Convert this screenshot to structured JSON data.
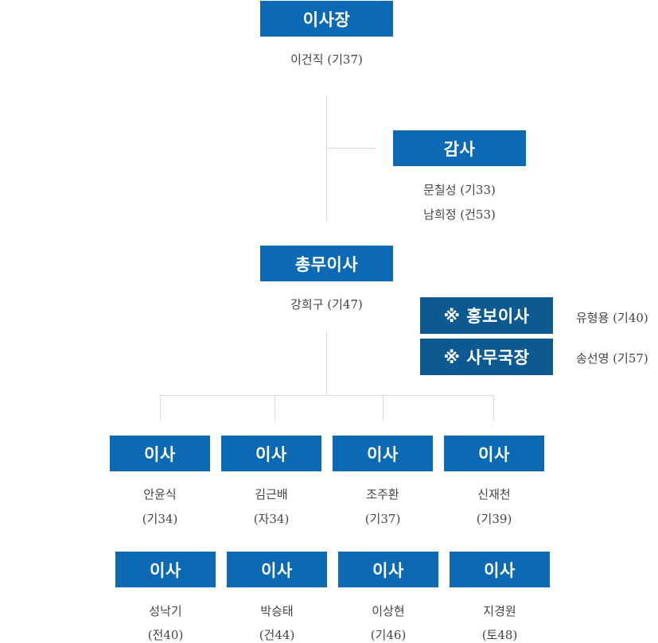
{
  "chairman": {
    "title": "이사장",
    "name": "이건직 (기37)"
  },
  "auditor": {
    "title": "감사",
    "names": [
      "문칠성 (기33)",
      "남희정 (건53)"
    ]
  },
  "general_director": {
    "title": "총무이사",
    "name": "강희구 (기47)"
  },
  "side_roles": [
    {
      "title": "※ 홍보이사",
      "name": "유형용 (기40)"
    },
    {
      "title": "※ 사무국장",
      "name": "송선영 (기57)"
    }
  ],
  "directors_row1": [
    {
      "title": "이사",
      "name": "안윤식",
      "code": "(기34)"
    },
    {
      "title": "이사",
      "name": "김근배",
      "code": "(자34)"
    },
    {
      "title": "이사",
      "name": "조주환",
      "code": "(기37)"
    },
    {
      "title": "이사",
      "name": "신재천",
      "code": "(기39)"
    }
  ],
  "directors_row2": [
    {
      "title": "이사",
      "name": "성낙기",
      "code": "(전40)"
    },
    {
      "title": "이사",
      "name": "박승태",
      "code": "(건44)"
    },
    {
      "title": "이사",
      "name": "이상현",
      "code": "(기46)"
    },
    {
      "title": "이사",
      "name": "지경원",
      "code": "(토48)"
    }
  ],
  "colors": {
    "box": "#0b6ab3",
    "box_dark": "#0d5a93",
    "connector": "#d9d9d9",
    "text": "#444444"
  }
}
